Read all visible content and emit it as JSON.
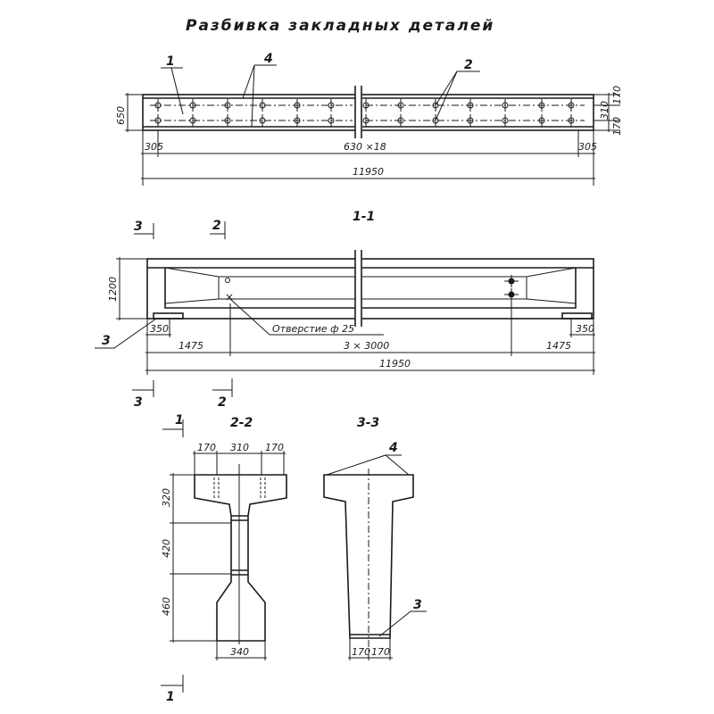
{
  "title": "Разбивка закладных деталей",
  "ink_color": "#1a1a1a",
  "plan": {
    "labels": {
      "l1": "1",
      "l4": "4",
      "l2": "2"
    },
    "dims": {
      "height": "650",
      "edge_left": "305",
      "pitch": "630 ×18",
      "edge_right": "305",
      "total": "11950",
      "r_top": "170",
      "r_mid": "310",
      "r_bot": "170"
    }
  },
  "elevation": {
    "title": "1-1",
    "cut3": "3",
    "cut2": "2",
    "dims": {
      "height": "1200",
      "pad_left": "350",
      "pad_right": "350",
      "end_left": "1475",
      "spans": "3 × 3000",
      "end_right": "1475",
      "total": "11950"
    },
    "hole_note": "Отверстие  ф 25",
    "label3": "3"
  },
  "section22": {
    "title": "2-2",
    "cut1": "1",
    "dims": {
      "top_l": "170",
      "top_m": "310",
      "top_r": "170",
      "h1": "320",
      "h2": "420",
      "h3": "460",
      "bottom": "340"
    }
  },
  "section33": {
    "title": "3-3",
    "label4": "4",
    "label3": "3",
    "dims": {
      "b_l": "170",
      "b_r": "170"
    }
  }
}
